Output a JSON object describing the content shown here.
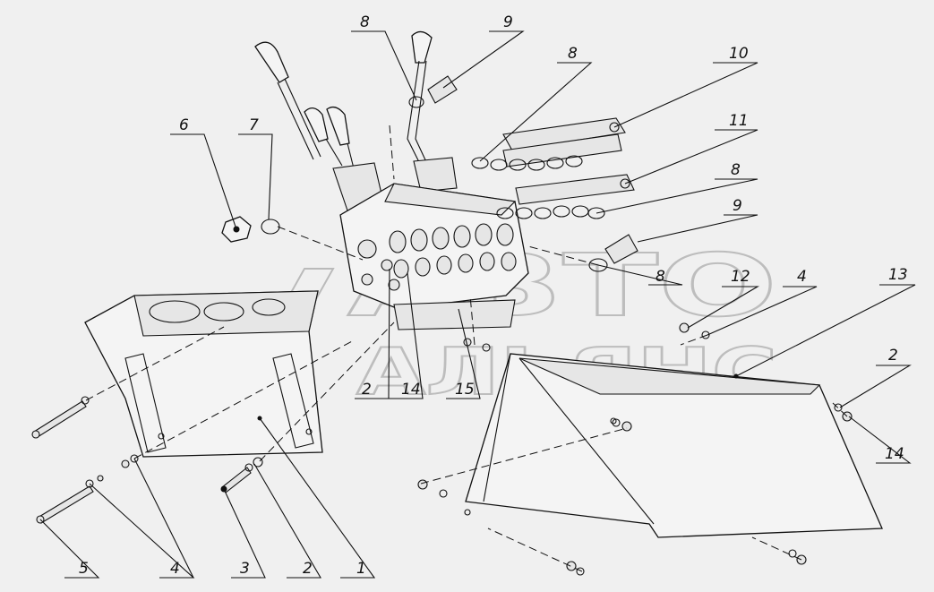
{
  "watermark": {
    "line1": "АВТО",
    "line2": "АЛЬЯНС"
  },
  "callouts": [
    "1",
    "2",
    "3",
    "4",
    "5",
    "6",
    "7",
    "8",
    "9",
    "8",
    "10",
    "11",
    "8",
    "9",
    "8",
    "12",
    "4",
    "13",
    "2",
    "14",
    "2",
    "14",
    "15"
  ]
}
